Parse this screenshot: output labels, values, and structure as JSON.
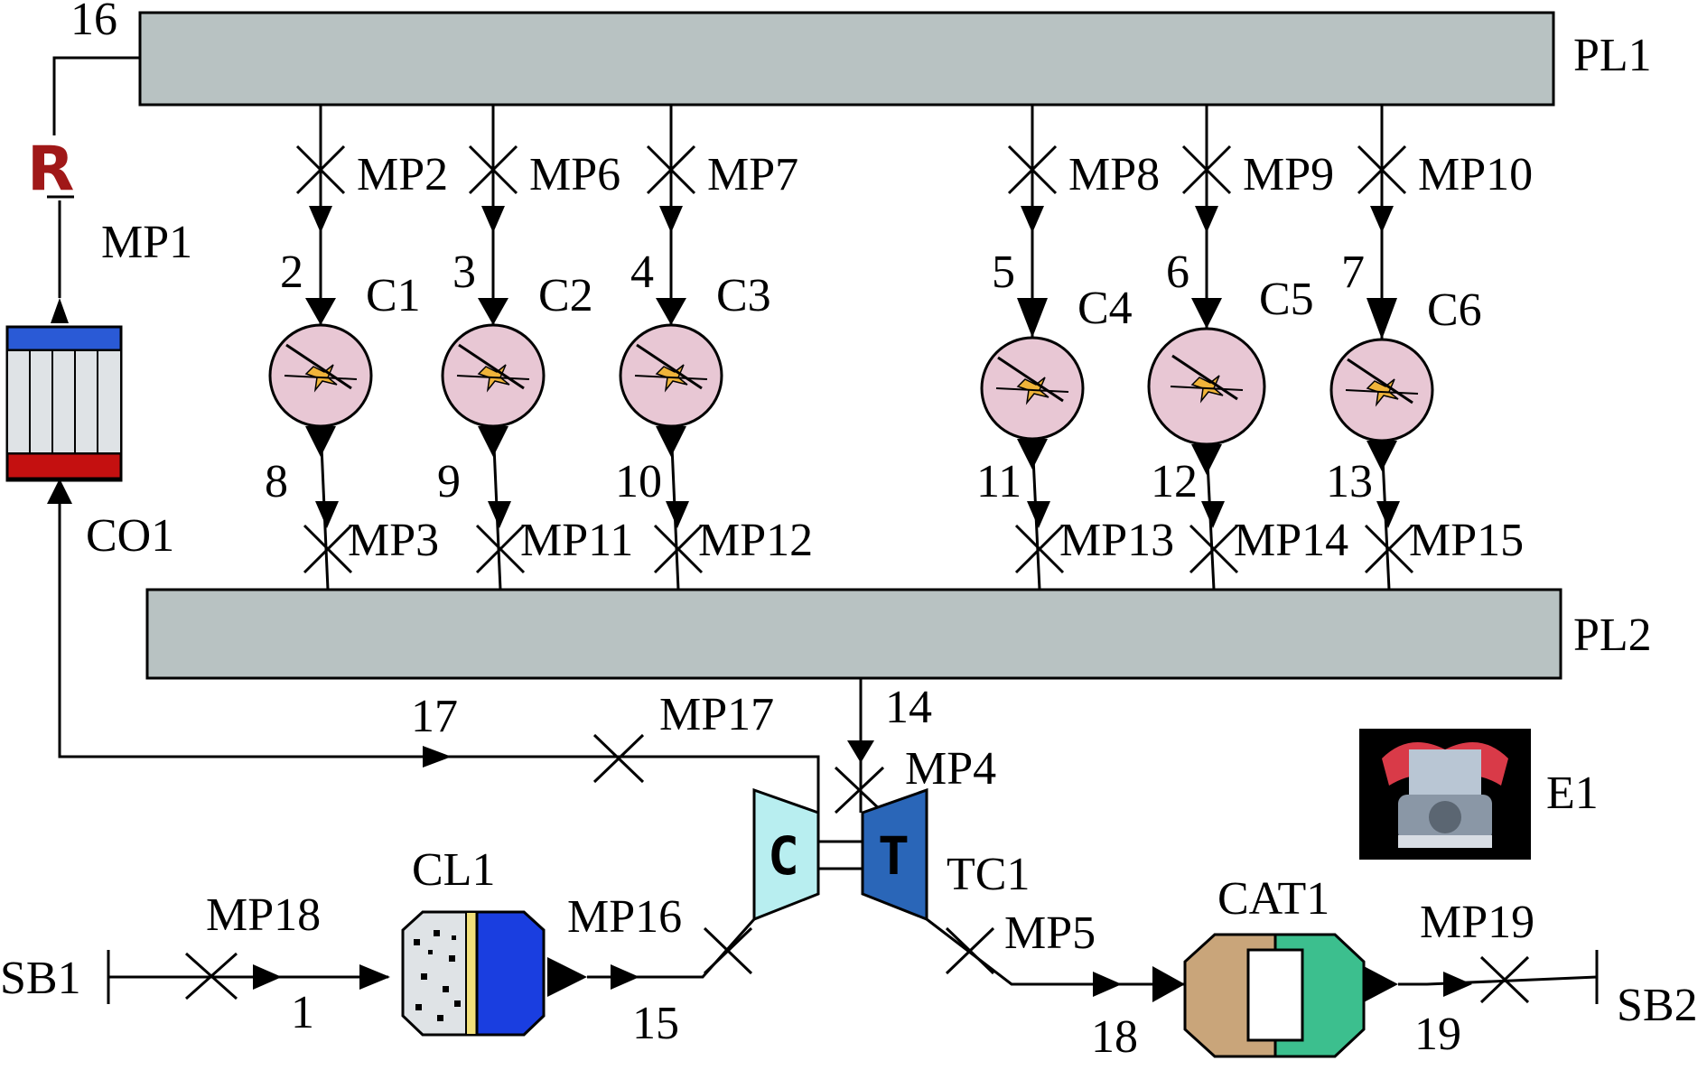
{
  "plenums": {
    "pl1": "PL1",
    "pl2": "PL2"
  },
  "cylinders": [
    "C1",
    "C2",
    "C3",
    "C4",
    "C5",
    "C6"
  ],
  "pipes": {
    "p1": "1",
    "p2": "2",
    "p3": "3",
    "p4": "4",
    "p5": "5",
    "p6": "6",
    "p7": "7",
    "p8": "8",
    "p9": "9",
    "p10": "10",
    "p11": "11",
    "p12": "12",
    "p13": "13",
    "p14": "14",
    "p15": "15",
    "p16": "16",
    "p17": "17",
    "p18": "18",
    "p19": "19"
  },
  "measurement_points": {
    "mp1": "MP1",
    "mp2": "MP2",
    "mp3": "MP3",
    "mp4": "MP4",
    "mp5": "MP5",
    "mp6": "MP6",
    "mp7": "MP7",
    "mp8": "MP8",
    "mp9": "MP9",
    "mp10": "MP10",
    "mp11": "MP11",
    "mp12": "MP12",
    "mp13": "MP13",
    "mp14": "MP14",
    "mp15": "MP15",
    "mp16": "MP16",
    "mp17": "MP17",
    "mp18": "MP18",
    "mp19": "MP19"
  },
  "components": {
    "cooler": "CO1",
    "cleaner": "CL1",
    "turbocharger": "TC1",
    "compressor_glyph": "C",
    "turbine_glyph": "T",
    "catalyst": "CAT1",
    "engine": "E1",
    "source_boundary": "SB1",
    "sink_boundary": "SB2",
    "restrictor_glyph": "R"
  },
  "colors": {
    "plenum": "#b8c2c2",
    "cylinder": "#e8c7d4",
    "cooler_top": "#2a5ad6",
    "cooler_bottom": "#c41010",
    "compressor": "#b8eef0",
    "turbine": "#2a66b8",
    "catalyst_left": "#c9a57a",
    "catalyst_right": "#3cbf8e",
    "cleaner_blue": "#1a3ee0"
  }
}
